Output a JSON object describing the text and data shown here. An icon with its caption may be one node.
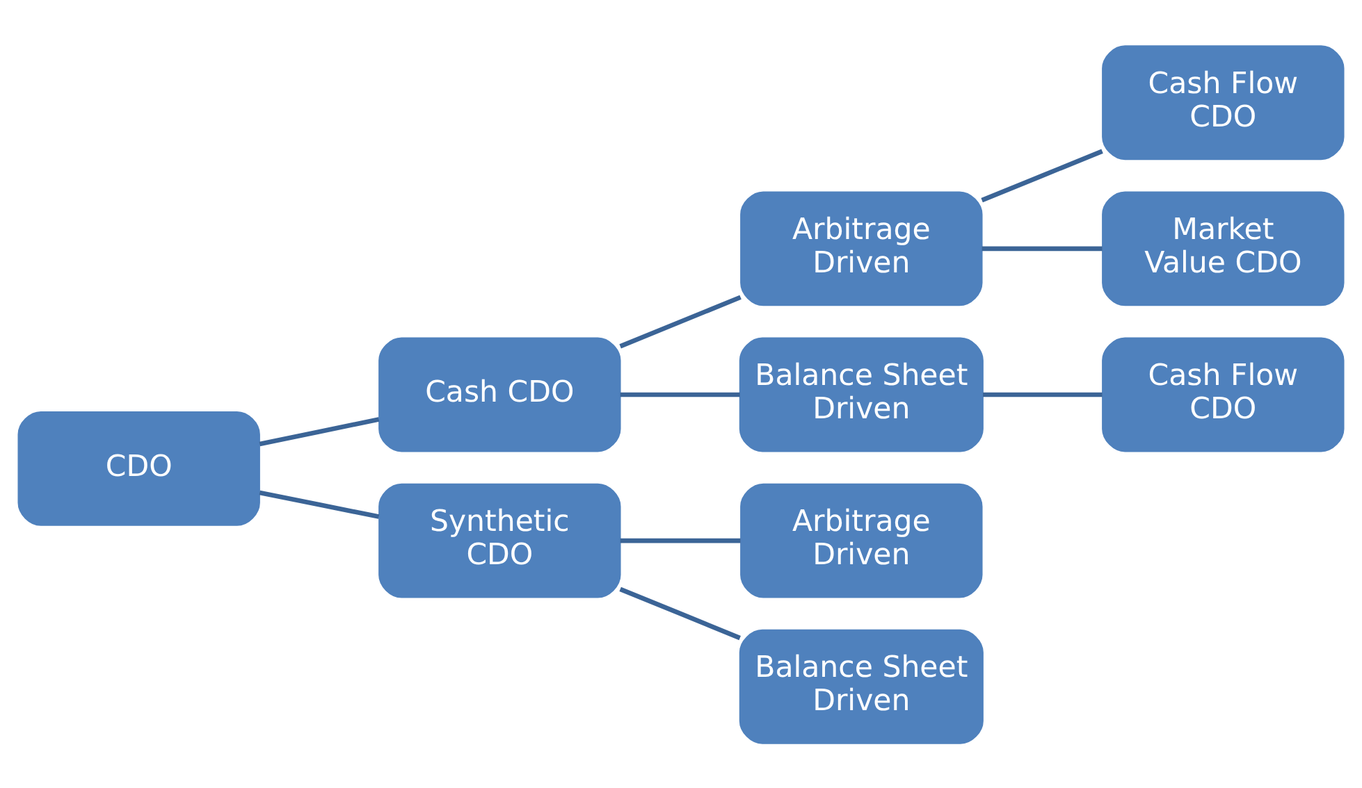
{
  "diagram": {
    "nodes": [
      {
        "text": [
          "CDO"
        ]
      },
      {
        "text": [
          "Cash CDO"
        ]
      },
      {
        "text": [
          "Synthetic CDO"
        ]
      },
      {
        "text": [
          "Arbitrage Driven"
        ]
      },
      {
        "text": [
          "Balance Sheet Driven"
        ]
      },
      {
        "text": [
          "Arbitrage Driven"
        ]
      },
      {
        "text": [
          "Balance Sheet Driven"
        ]
      },
      {
        "text": [
          "Cash Flow CDO"
        ]
      },
      {
        "text": [
          "Market Value CDO"
        ]
      },
      {
        "text": [
          "Cash Flow CDO"
        ]
      }
    ],
    "edges": [
      {
        "from": 0,
        "to": 1,
        "arrow": "none"
      },
      {
        "from": 0,
        "to": 2,
        "arrow": "none"
      },
      {
        "from": 1,
        "to": 3,
        "arrow": "none"
      },
      {
        "from": 1,
        "to": 4,
        "arrow": "none"
      },
      {
        "from": 2,
        "to": 5,
        "arrow": "none"
      },
      {
        "from": 2,
        "to": 6,
        "arrow": "none"
      },
      {
        "from": 3,
        "to": 7,
        "arrow": "none"
      },
      {
        "from": 3,
        "to": 8,
        "arrow": "none"
      },
      {
        "from": 4,
        "to": 9,
        "arrow": "none"
      }
    ]
  }
}
